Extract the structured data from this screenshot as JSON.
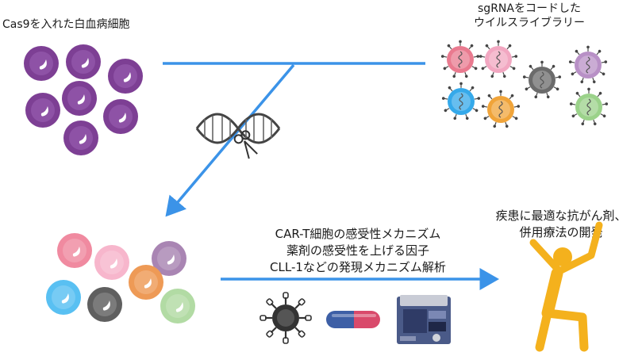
{
  "labels": {
    "cells_title": "Cas9を入れた白血病細胞",
    "library_title": [
      "sgRNAをコードした",
      "ウイルスライブラリー"
    ],
    "analysis_lines": [
      "CAR-T細胞の感受性メカニズム",
      "薬剤の感受性を上げる因子",
      "CLL-1などの発現メカニズム解析"
    ],
    "outcome_lines": [
      "疾患に最適な抗がん剤、",
      "併用療法の開発"
    ]
  },
  "icons": {
    "leukemia_cells": "purple-cell-cluster-icon",
    "virus_library": "virus-icon",
    "crispr": "dna-scissors-icon",
    "edited_cells": "colored-cell-cluster-icon",
    "car_t": "car-t-cell-icon",
    "drug": "capsule-icon",
    "flow_cytometer": "flow-cytometer-icon",
    "person": "celebrating-person-icon"
  },
  "colors": {
    "arrow": "#3b93e8",
    "cell_purple": "#7d3f94",
    "person": "#f4b11d",
    "virus": [
      "#e97a8f",
      "#f2a7c1",
      "#6b6b6b",
      "#b890c6",
      "#35a9ea",
      "#f0a43a",
      "#9bd28a"
    ],
    "edited_cells": [
      "#f08aa0",
      "#f7b6cc",
      "#a985b3",
      "#59c0f2",
      "#ee9a56",
      "#5f5f5f",
      "#b2dba4"
    ]
  }
}
